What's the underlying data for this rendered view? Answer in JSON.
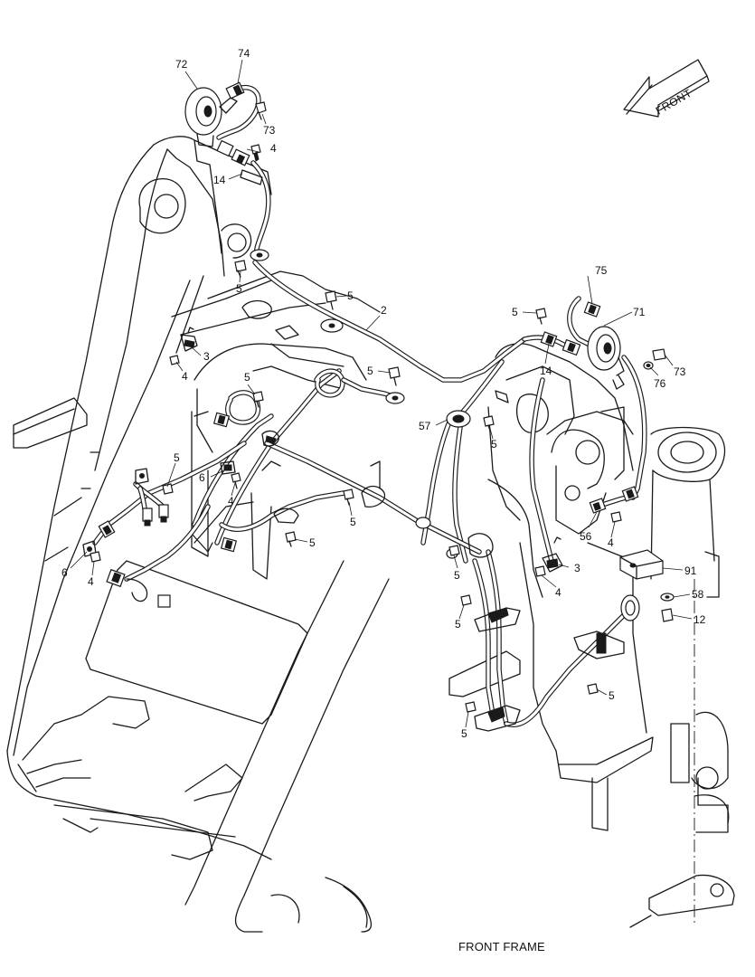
{
  "caption": "FRONT FRAME",
  "direction_arrow": "FRONT",
  "callouts": {
    "c72": "72",
    "c74": "74",
    "c73a": "73",
    "c4a": "4",
    "c14a": "14",
    "c5a": "5",
    "c5b": "5",
    "c2": "2",
    "c75": "75",
    "c5c": "5",
    "c71": "71",
    "c3a": "3",
    "c4b": "4",
    "c5d": "5",
    "c5e": "5",
    "c14b": "14",
    "c76": "76",
    "c73b": "73",
    "c57": "57",
    "c5f": "5",
    "c5g": "5",
    "c6a": "6",
    "c4c": "4",
    "c5h": "5",
    "c56": "56",
    "c4d": "4",
    "c5i": "5",
    "c6b": "6",
    "c4e": "4",
    "c5j": "5",
    "c3b": "3",
    "c91": "91",
    "c4f": "4",
    "c58": "58",
    "c5k": "5",
    "c12": "12",
    "c5l": "5",
    "c5m": "5"
  }
}
